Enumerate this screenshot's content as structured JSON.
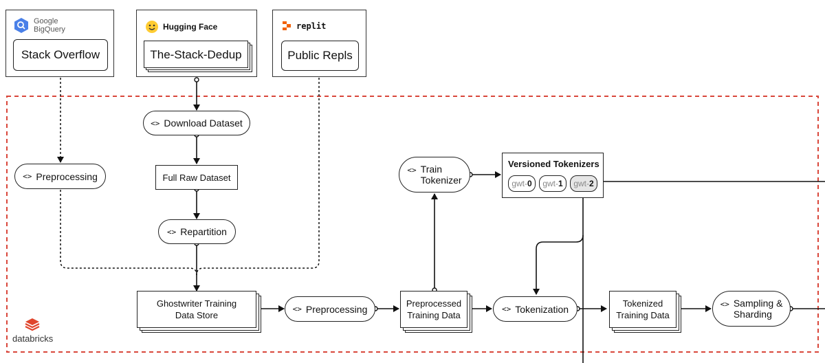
{
  "sources": {
    "bigquery": {
      "brand": "Google\nBigQuery",
      "label": "Stack Overflow"
    },
    "huggingface": {
      "brand": "Hugging Face",
      "label": "The-Stack-Dedup"
    },
    "replit": {
      "brand": "replit",
      "label": "Public Repls"
    }
  },
  "nodes": {
    "preprocessing_left": "Preprocessing",
    "download_dataset": "Download Dataset",
    "full_raw_dataset": "Full Raw Dataset",
    "repartition": "Repartition",
    "ghostwriter_store": "Ghostwriter Training\nData Store",
    "preprocessing_mid": "Preprocessing",
    "preprocessed_data": "Preprocessed\nTraining Data",
    "train_tokenizer": "Train\nTokenizer",
    "versioned_tokenizers": "Versioned Tokenizers",
    "tokenization": "Tokenization",
    "tokenized_data": "Tokenized\nTraining Data",
    "sampling_sharding": "Sampling &\nSharding"
  },
  "tokenizers": [
    {
      "prefix": "gwt-",
      "num": "0"
    },
    {
      "prefix": "gwt-",
      "num": "1"
    },
    {
      "prefix": "gwt-",
      "num": "2"
    }
  ],
  "code_icon": "<>",
  "footer_brand": "databricks",
  "colors": {
    "boundary": "#d9463a",
    "bigquery": "#4a80e8",
    "replit": "#f26207",
    "databricks": "#e0452c"
  }
}
